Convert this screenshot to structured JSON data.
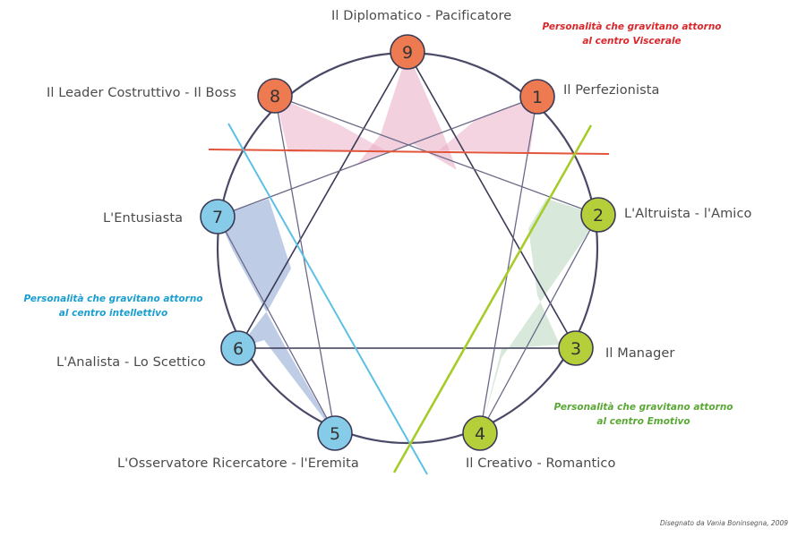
{
  "title": "Enneagramma delle personalità",
  "colors": {
    "visceral": "#ee7a52",
    "visceral_note": "#d8282c",
    "visceral_fill": "#e9a9c2",
    "intellective": "#86cbe8",
    "intellective_note": "#1a9ed0",
    "intellective_fill": "#6f8dc8",
    "emotive": "#b5cf3a",
    "emotive_note": "#5aa835",
    "emotive_fill": "#a9cfb0",
    "ring": "#4a4a68",
    "red_line": "#e2553a",
    "blue_line": "#5cc0e6",
    "green_line": "#a6cc2a"
  },
  "types": [
    {
      "number": "1",
      "label": "Il Perfezionista",
      "center": "visceral"
    },
    {
      "number": "2",
      "label": "L'Altruista - l'Amico",
      "center": "emotive"
    },
    {
      "number": "3",
      "label": "Il Manager",
      "center": "emotive"
    },
    {
      "number": "4",
      "label": "Il Creativo - Romantico",
      "center": "emotive"
    },
    {
      "number": "5",
      "label": "L'Osservatore Ricercatore - l'Eremita",
      "center": "intellective"
    },
    {
      "number": "6",
      "label": "L'Analista - Lo Scettico",
      "center": "intellective"
    },
    {
      "number": "7",
      "label": "L'Entusiasta",
      "center": "intellective"
    },
    {
      "number": "8",
      "label": "Il Leader Costruttivo - Il Boss",
      "center": "visceral"
    },
    {
      "number": "9",
      "label": "Il Diplomatico - Pacificatore",
      "center": "visceral"
    }
  ],
  "connections": {
    "triangle": [
      [
        "9",
        "3"
      ],
      [
        "3",
        "6"
      ],
      [
        "6",
        "9"
      ]
    ],
    "hexad": [
      [
        "1",
        "4"
      ],
      [
        "4",
        "2"
      ],
      [
        "2",
        "8"
      ],
      [
        "8",
        "5"
      ],
      [
        "5",
        "7"
      ],
      [
        "7",
        "1"
      ]
    ]
  },
  "notes": {
    "visceral": [
      "Personalità che gravitano attorno",
      "al centro Viscerale"
    ],
    "intellective": [
      "Personalità che gravitano attorno",
      "al centro intellettivo"
    ],
    "emotive": [
      "Personalità che gravitano attorno",
      "al centro Emotivo"
    ]
  },
  "credit": "Disegnato da Vania Boninsegna, 2009"
}
